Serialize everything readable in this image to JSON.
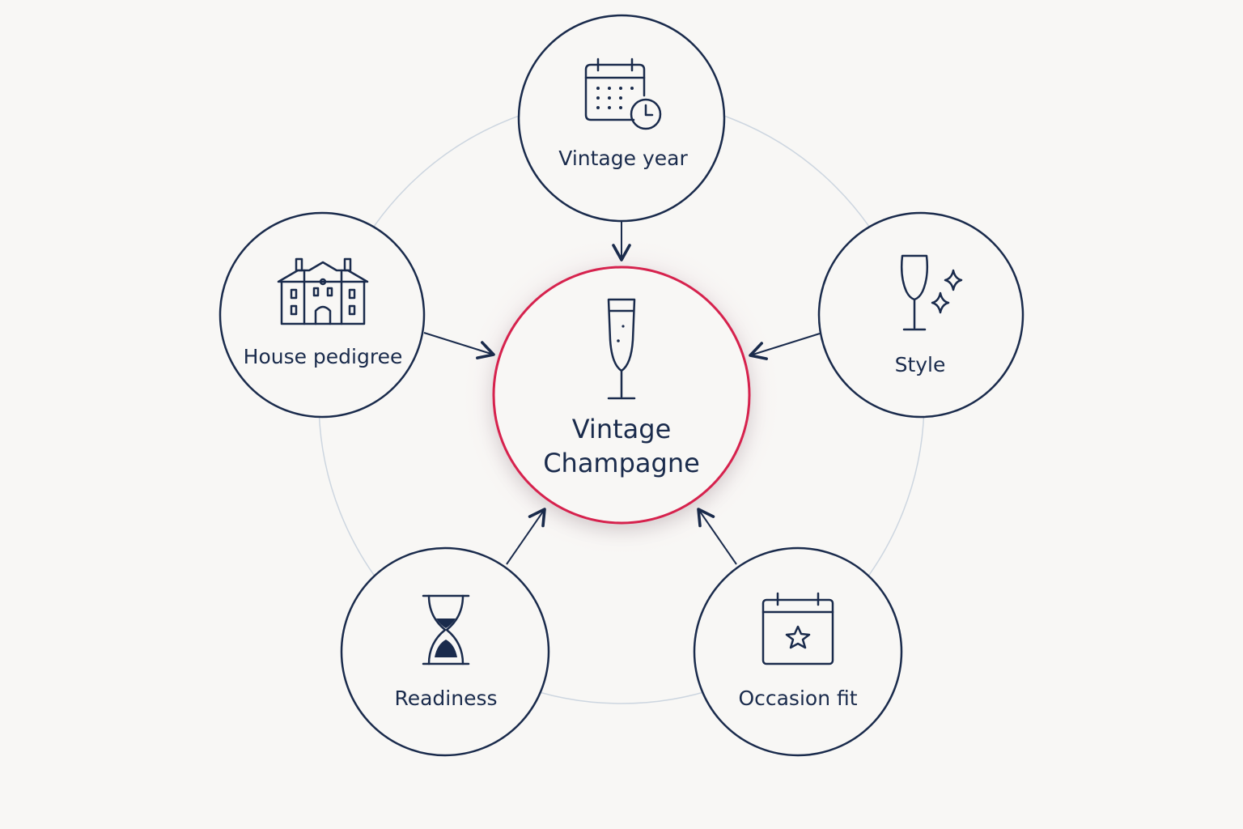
{
  "center": {
    "title_line1": "Vintage",
    "title_line2": "Champagne",
    "icon": "champagne-flute-icon",
    "accent_color": "#d6204e"
  },
  "factors": [
    {
      "id": "vintage-year",
      "label": "Vintage year",
      "icon": "calendar-clock-icon"
    },
    {
      "id": "style",
      "label": "Style",
      "icon": "wine-glass-sparkle-icon"
    },
    {
      "id": "occasion-fit",
      "label": "Occasion fit",
      "icon": "calendar-star-icon"
    },
    {
      "id": "readiness",
      "label": "Readiness",
      "icon": "hourglass-icon"
    },
    {
      "id": "house-pedigree",
      "label": "House pedigree",
      "icon": "house-building-icon"
    }
  ],
  "colors": {
    "ink": "#1a2b4c",
    "ring": "#cdd6e0",
    "background": "#f8f7f5",
    "accent": "#d6204e"
  }
}
